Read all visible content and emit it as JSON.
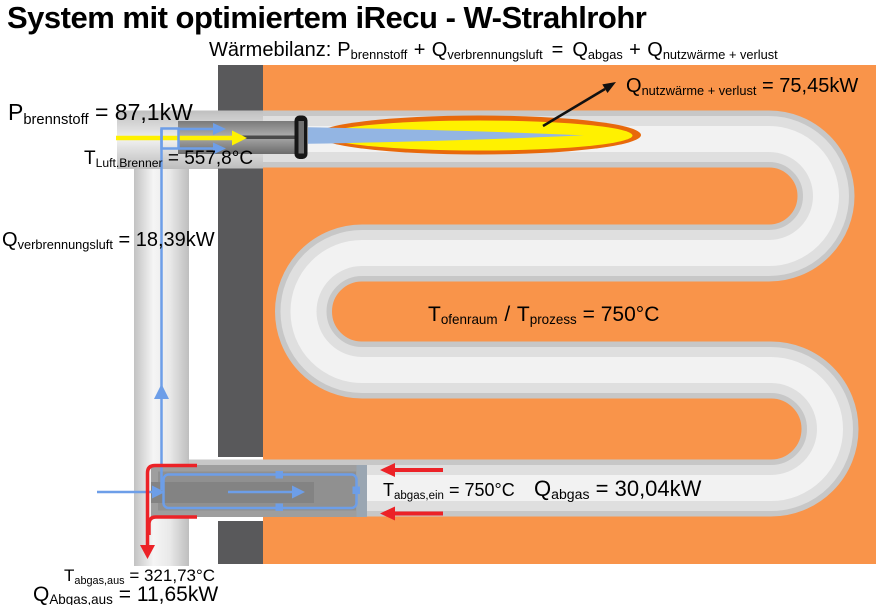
{
  "title": "System mit optimiertem iRecu - W-Strahlrohr",
  "equation": {
    "prefix": "Wärmebilanz:",
    "term1": {
      "base": "P",
      "sub": "brennstoff"
    },
    "op1": "+",
    "term2": {
      "base": "Q",
      "sub": "verbrennungsluft"
    },
    "op2": "=",
    "term3": {
      "base": "Q",
      "sub": "abgas"
    },
    "op3": "+",
    "term4": {
      "base": "Q",
      "sub": "nutzwärme + verlust"
    }
  },
  "labels": {
    "fuel_power": {
      "base": "P",
      "sub": "brennstoff",
      "value": "= 87,1kW"
    },
    "burner_air_temp": {
      "base": "T",
      "sub": "Luft.Brenner",
      "value": "= 557,8°C"
    },
    "combustion_air_heat": {
      "base": "Q",
      "sub": "verbrennungsluft",
      "value": "= 18,39kW"
    },
    "useful_heat_loss": {
      "base": "Q",
      "sub": "nutzwärme + verlust",
      "value": "= 75,45kW"
    },
    "furnace_temp": {
      "base1": "T",
      "sub1": "ofenraum",
      "sep": "/",
      "base2": "T",
      "sub2": "prozess",
      "value": "= 750°C"
    },
    "exhaust_in_temp": {
      "base": "T",
      "sub": "abgas,ein",
      "value": "= 750°C"
    },
    "exhaust_heat": {
      "base": "Q",
      "sub": "abgas",
      "value": "= 30,04kW"
    },
    "exhaust_out_temp": {
      "base": "T",
      "sub": "abgas,aus",
      "value": "= 321,73°C"
    },
    "exhaust_out_heat": {
      "base": "Q",
      "sub": "Abgas,aus",
      "value": "= 11,65kW"
    }
  },
  "colors": {
    "furnace_orange": "#F9944A",
    "wall_gray": "#59595B",
    "tube_gray": "#DEDEDE",
    "flame_outer_orange": "#E8690B",
    "flame_yellow": "#FFF100",
    "flame_core_blue": "#93B5E3",
    "air_blue": "#6D9EE8",
    "exhaust_red": "#EC2227",
    "fuel_yellow": "#FFF100",
    "annotation_black": "#111111"
  }
}
